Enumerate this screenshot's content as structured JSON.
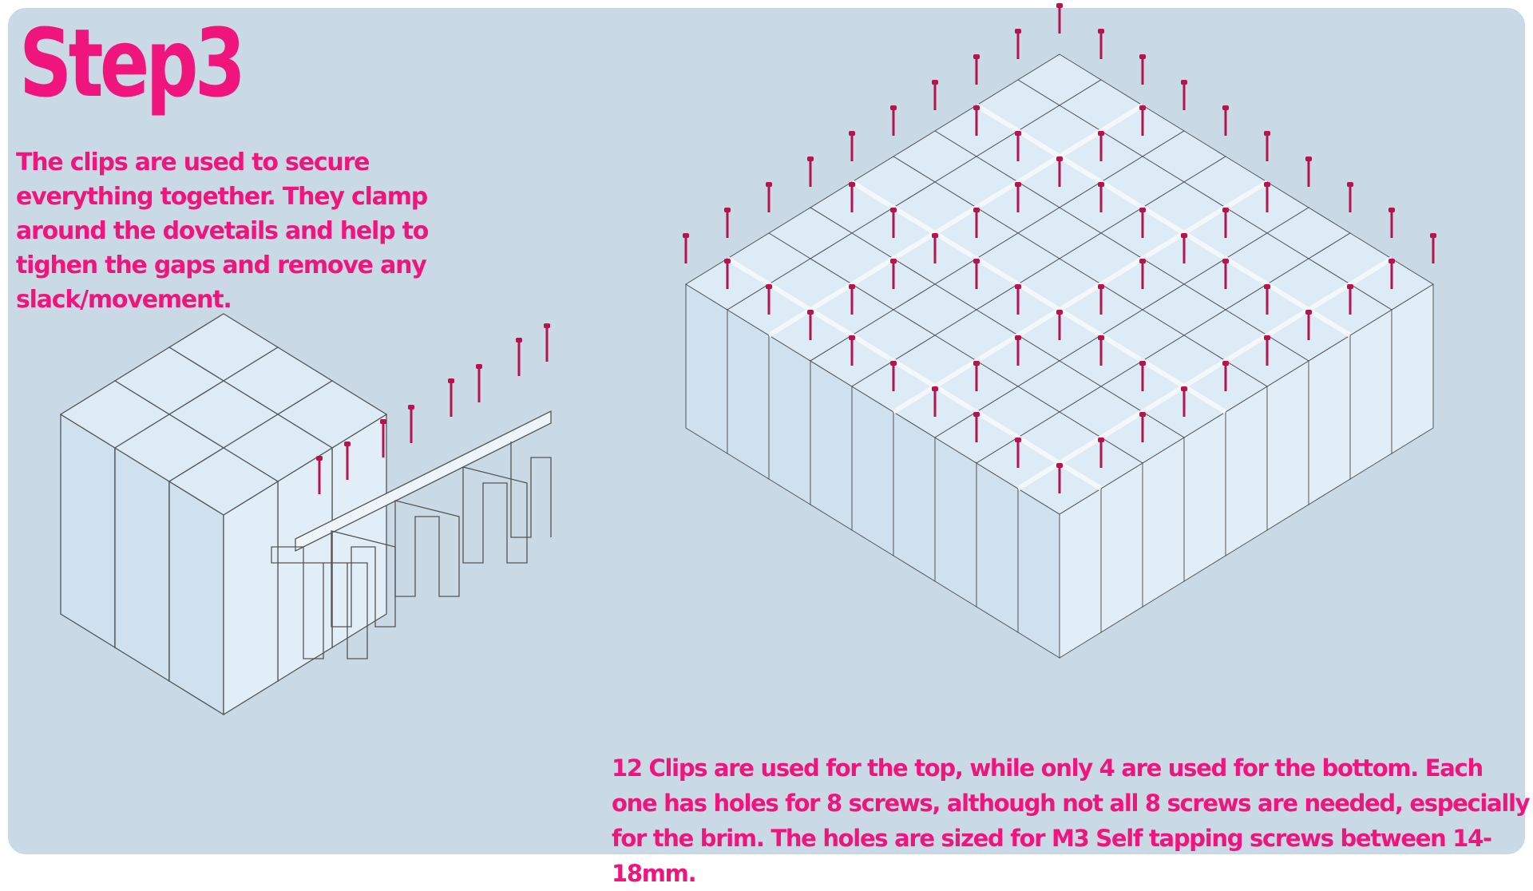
{
  "title": "Step3",
  "top_description": "The clips are used to secure everything together. They clamp around the dovetails and help to tighen the gaps and remove any slack/movement.",
  "bottom_description": "12 Clips are used for the top, while only 4 are used for the bottom. Each one has holes for 8 screws, although not all 8 screws are needed, especially for the brim. The holes are sized for M3 Self tapping screws between 14-18mm.",
  "colors": {
    "accent": "#f0147d",
    "background": "#c9d9e5",
    "block_fill": "#dcebf6",
    "screw": "#b8134f"
  },
  "icons": [
    "block-grid-illustration",
    "clip-illustration",
    "screw-icon"
  ]
}
